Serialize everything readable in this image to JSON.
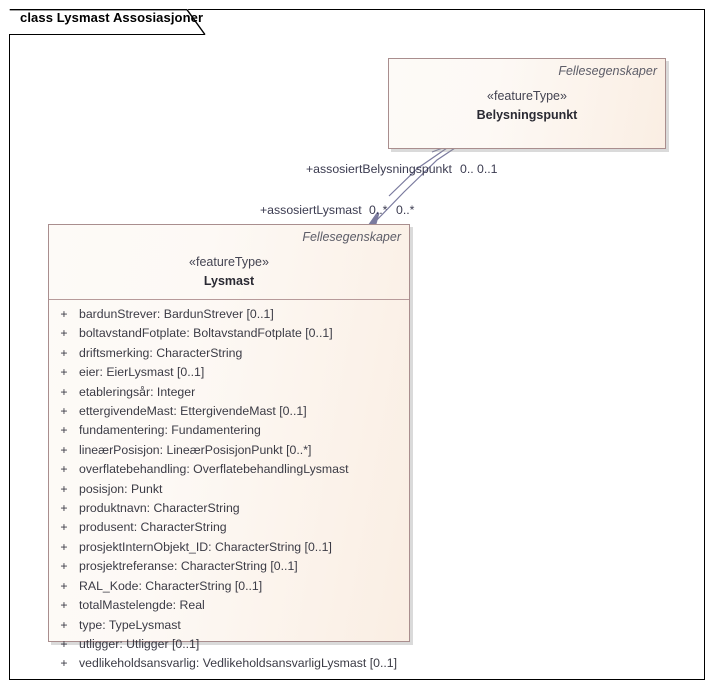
{
  "diagram": {
    "tab_label": "class Lysmast Assosiasjoner"
  },
  "classes": {
    "belysningspunkt": {
      "package": "Fellesegenskaper",
      "stereotype": "«featureType»",
      "name": "Belysningspunkt",
      "attributes": []
    },
    "lysmast": {
      "package": "Fellesegenskaper",
      "stereotype": "«featureType»",
      "name": "Lysmast",
      "attributes": [
        {
          "visibility": "+",
          "signature": "bardunStrever: BardunStrever [0..1]"
        },
        {
          "visibility": "+",
          "signature": "boltavstandFotplate: BoltavstandFotplate [0..1]"
        },
        {
          "visibility": "+",
          "signature": "driftsmerking: CharacterString"
        },
        {
          "visibility": "+",
          "signature": "eier: EierLysmast [0..1]"
        },
        {
          "visibility": "+",
          "signature": "etableringsår: Integer"
        },
        {
          "visibility": "+",
          "signature": "ettergivendeMast: EttergivendeMast [0..1]"
        },
        {
          "visibility": "+",
          "signature": "fundamentering: Fundamentering"
        },
        {
          "visibility": "+",
          "signature": "lineærPosisjon: LineærPosisjonPunkt [0..*]"
        },
        {
          "visibility": "+",
          "signature": "overflatebehandling: OverflatebehandlingLysmast"
        },
        {
          "visibility": "+",
          "signature": "posisjon: Punkt"
        },
        {
          "visibility": "+",
          "signature": "produktnavn: CharacterString"
        },
        {
          "visibility": "+",
          "signature": "produsent: CharacterString"
        },
        {
          "visibility": "+",
          "signature": "prosjektInternObjekt_ID: CharacterString [0..1]"
        },
        {
          "visibility": "+",
          "signature": "prosjektreferanse: CharacterString [0..1]"
        },
        {
          "visibility": "+",
          "signature": "RAL_Kode: CharacterString [0..1]"
        },
        {
          "visibility": "+",
          "signature": "totalMastelengde: Real"
        },
        {
          "visibility": "+",
          "signature": "type: TypeLysmast"
        },
        {
          "visibility": "+",
          "signature": "utligger: Utligger [0..1]"
        },
        {
          "visibility": "+",
          "signature": "vedlikeholdsansvarlig: VedlikeholdsansvarligLysmast [0..1]"
        }
      ]
    }
  },
  "associations": {
    "role_belysningspunkt": "+assosiertBelysningspunkt",
    "multiplicity_belysningspunkt_a": "0..",
    "multiplicity_belysningspunkt_b": "0..1",
    "role_lysmast": "+assosiertLysmast",
    "multiplicity_lysmast_a": "0..*",
    "multiplicity_lysmast_b": "0..*"
  },
  "colors": {
    "class_border": "#a98e8e",
    "class_fill_light": "#fdfaf7",
    "class_fill_dark": "#faeee3",
    "connector": "#7a7a9e",
    "frame": "#000000"
  }
}
